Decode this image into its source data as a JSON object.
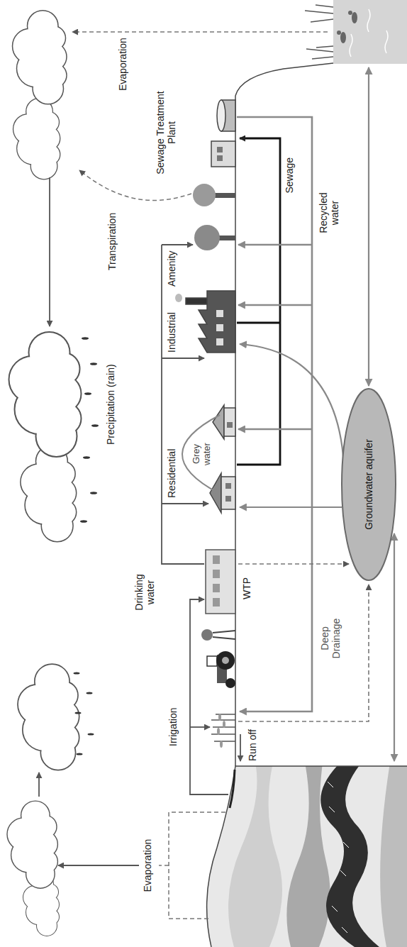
{
  "diagram": {
    "nodes": [
      {
        "text": [
          "Groundwater aquifer"
        ]
      }
    ],
    "labels": [
      "Evaporation",
      "Precipitation (rain)",
      "Evaporation",
      "Transpiration",
      "Irrigation",
      "Drinking water",
      "Residential",
      "Grey water",
      "Industrial",
      "Amenity",
      "Sewage Treatment Plant",
      "Run off",
      "WTP",
      "Deep Drainage",
      "Sewage",
      "Recycled water"
    ]
  }
}
